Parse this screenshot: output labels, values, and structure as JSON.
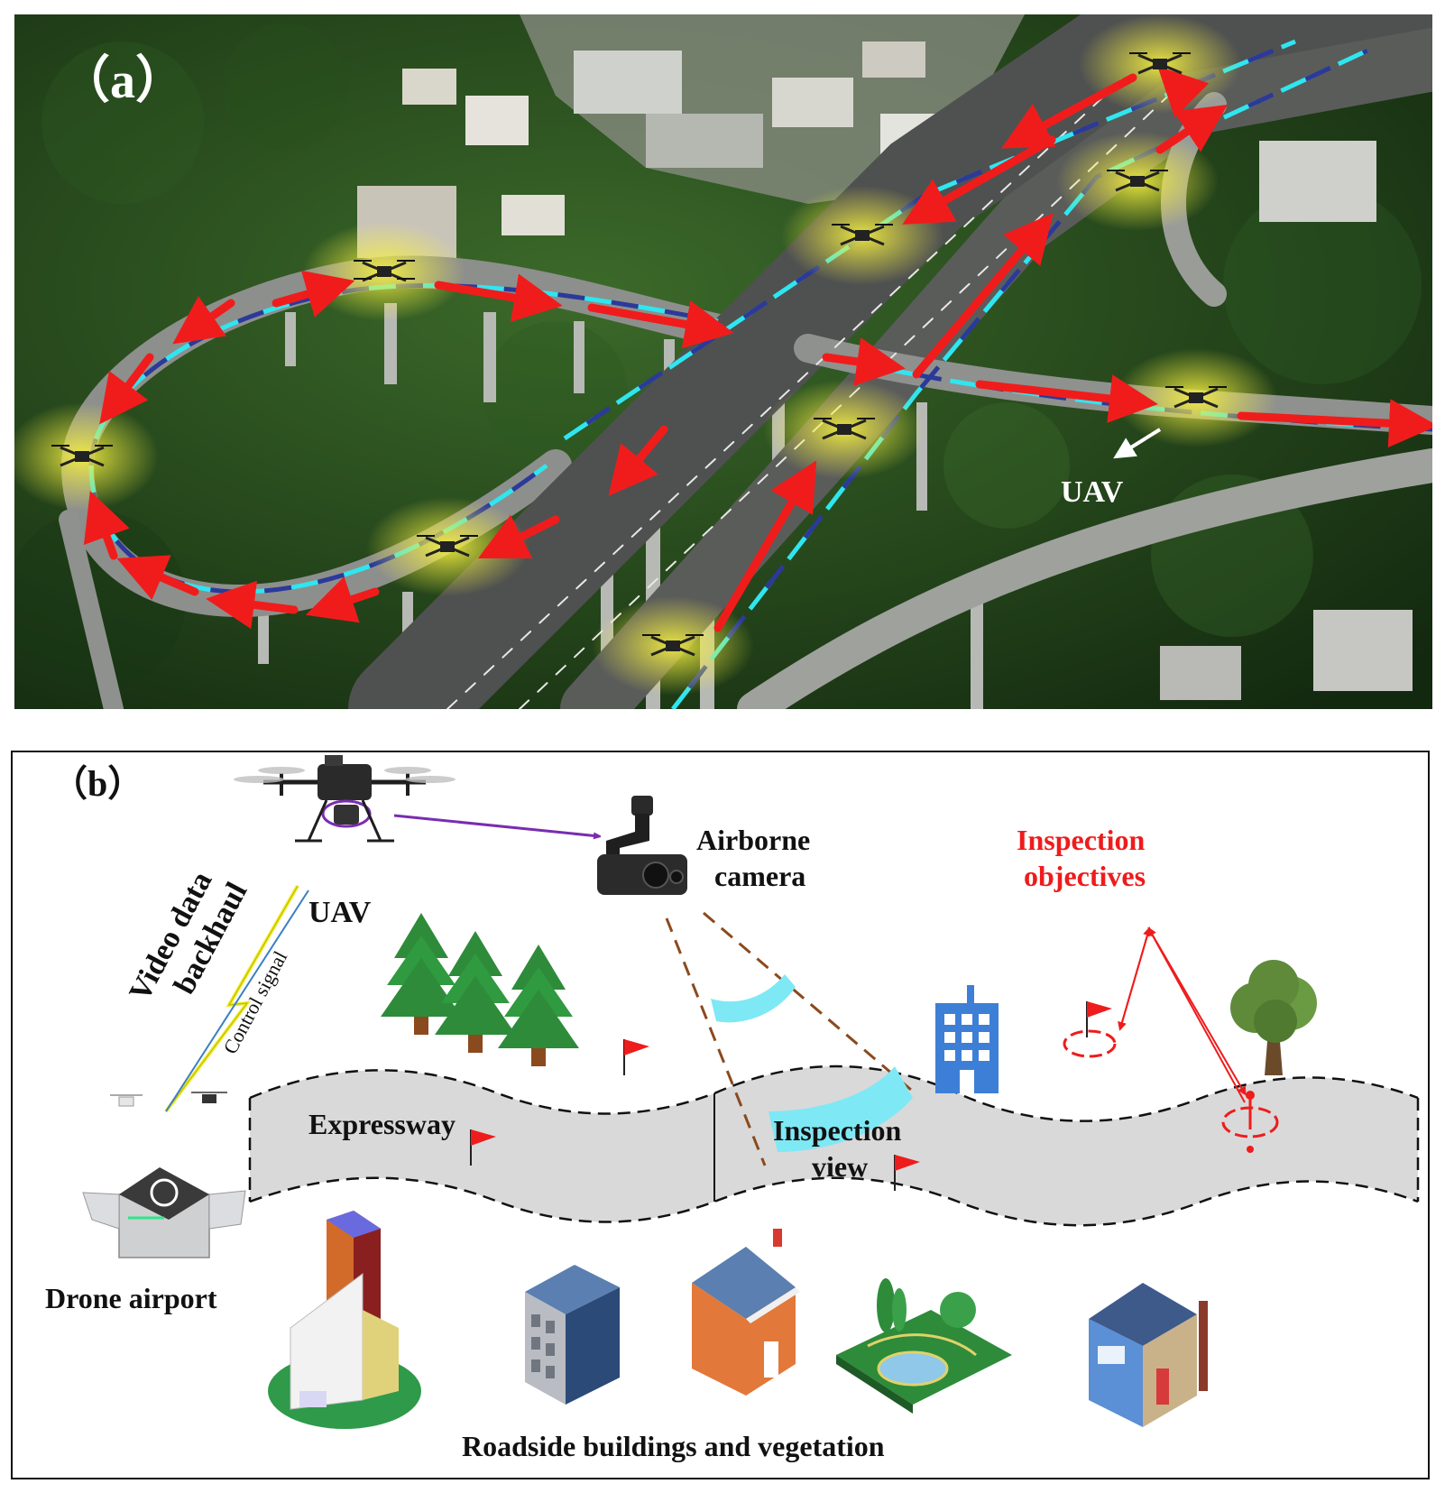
{
  "panel_a": {
    "label": "（a）",
    "uav_label": "UAV",
    "colors": {
      "arrow": "#f01c1c",
      "lane_cyan": "#2fe6f0",
      "lane_blue": "#2b3a9a",
      "glow": "#f2ee3a",
      "forest": "#1d3f1b"
    }
  },
  "panel_b": {
    "label": "（b）",
    "uav_label": "UAV",
    "camera_label_line1": "Airborne",
    "camera_label_line2": "camera",
    "objectives_line1": "Inspection",
    "objectives_line2": "objectives",
    "video_line1": "Video data",
    "video_line2": "backhaul",
    "control_signal": "Control signal",
    "expressway": "Expressway",
    "inspection_view_line1": "Inspection",
    "inspection_view_line2": "view",
    "drone_airport": "Drone airport",
    "roadside": "Roadside buildings and vegetation",
    "colors": {
      "objective_red": "#ee1c1c",
      "road_gray": "#d9d9d9",
      "view_cyan": "#7fe8f5",
      "fov_brown": "#8a4a1e",
      "signal_yellow": "#f0ec2a",
      "link_purple": "#7a2db0",
      "tree_green": "#2e8b3a",
      "building_blue": "#3d7fd6"
    }
  }
}
